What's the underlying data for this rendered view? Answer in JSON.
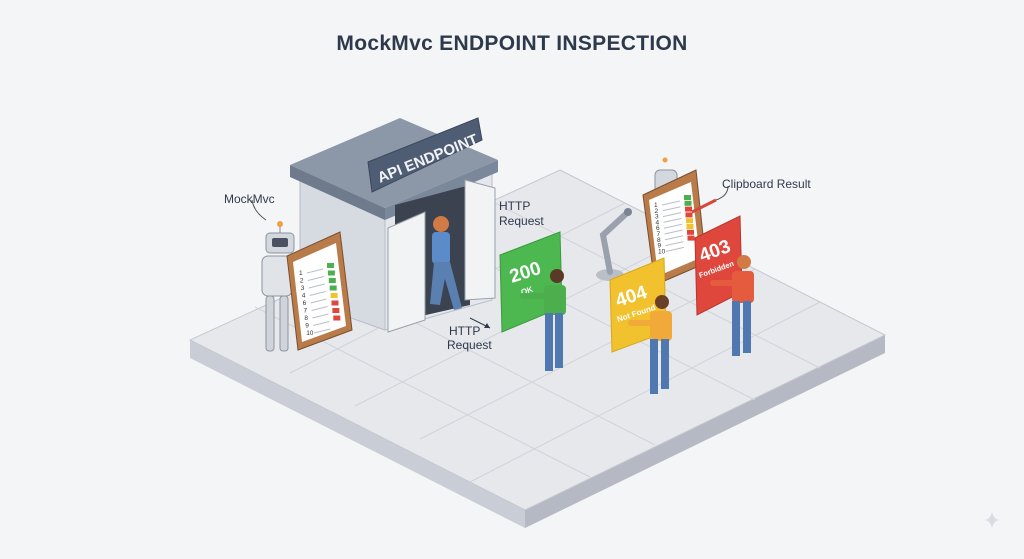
{
  "title": "MockMvc ENDPOINT INSPECTION",
  "building_sign": "API ENDPOINT",
  "labels": {
    "mockmvc": "MockMvc",
    "http_request_top": [
      "HTTP",
      "Request"
    ],
    "http_request_bottom": [
      "HTTP",
      "Request"
    ],
    "clipboard_result": "Clipboard Result"
  },
  "cards": [
    {
      "code": "200",
      "text": "OK",
      "color": "#4cb84f"
    },
    {
      "code": "404",
      "text": "Not Found",
      "color": "#f2c12e"
    },
    {
      "code": "403",
      "text": "Forbidden",
      "color": "#e0473c"
    }
  ],
  "checklist_numbers": [
    "1",
    "2",
    "3",
    "4",
    "6",
    "7",
    "8",
    "9",
    "10"
  ],
  "checklist_left_status": [
    "#4caf50",
    "#4caf50",
    "#4caf50",
    "#4caf50",
    "#f2c12e",
    "#e0473c",
    "#e0473c",
    "#e0473c"
  ],
  "checklist_right_status": [
    "#4caf50",
    "#4caf50",
    "#e0473c",
    "#e0473c",
    "#f2c12e",
    "#f2c12e",
    "#e0473c",
    "#e0473c"
  ]
}
